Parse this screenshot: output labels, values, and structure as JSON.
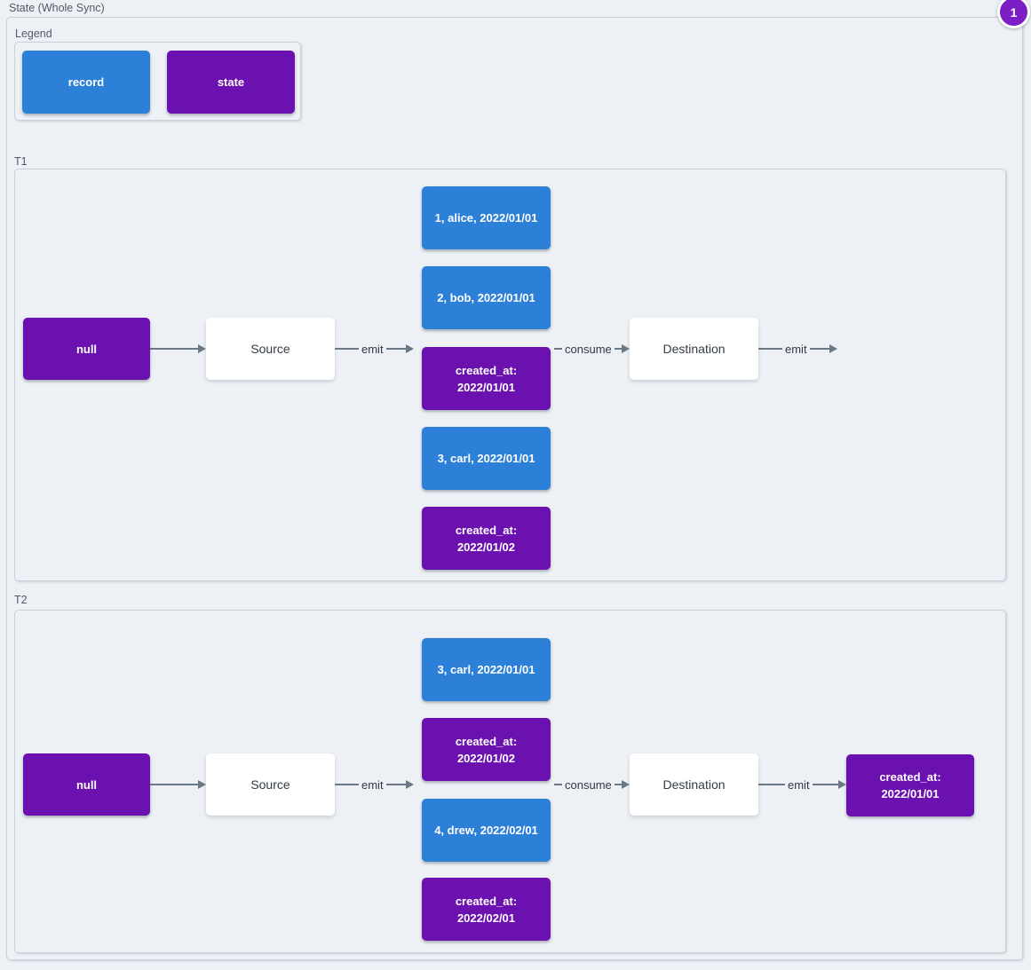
{
  "page": {
    "title": "State (Whole Sync)",
    "badge": "1"
  },
  "colors": {
    "record": "#2d80d8",
    "state": "#6b11af",
    "edge": "#6b7885",
    "node_fill": "#ffffff",
    "badge": "#7b1fc4"
  },
  "legend": {
    "title": "Legend",
    "record_label": "record",
    "state_label": "state"
  },
  "t1": {
    "title": "T1",
    "null_node": "null",
    "source": "Source",
    "emit_out": "emit",
    "stack": [
      {
        "type": "record",
        "text": "1, alice, 2022/01/01"
      },
      {
        "type": "record",
        "text": "2, bob, 2022/01/01"
      },
      {
        "type": "state",
        "text": "created_at:\n2022/01/01"
      },
      {
        "type": "record",
        "text": "3, carl, 2022/01/01"
      },
      {
        "type": "state",
        "text": "created_at:\n2022/01/02"
      }
    ],
    "consume": "consume",
    "destination": "Destination",
    "emit_in": "emit"
  },
  "t2": {
    "title": "T2",
    "null_node": "null",
    "source": "Source",
    "emit_out": "emit",
    "stack": [
      {
        "type": "record",
        "text": "3, carl, 2022/01/01"
      },
      {
        "type": "state",
        "text": "created_at:\n2022/01/02"
      },
      {
        "type": "record",
        "text": "4, drew, 2022/02/01"
      },
      {
        "type": "state",
        "text": "created_at:\n2022/02/01"
      }
    ],
    "consume": "consume",
    "destination": "Destination",
    "emit_in": "emit",
    "output": {
      "type": "state",
      "text": "created_at:\n2022/01/01"
    }
  }
}
